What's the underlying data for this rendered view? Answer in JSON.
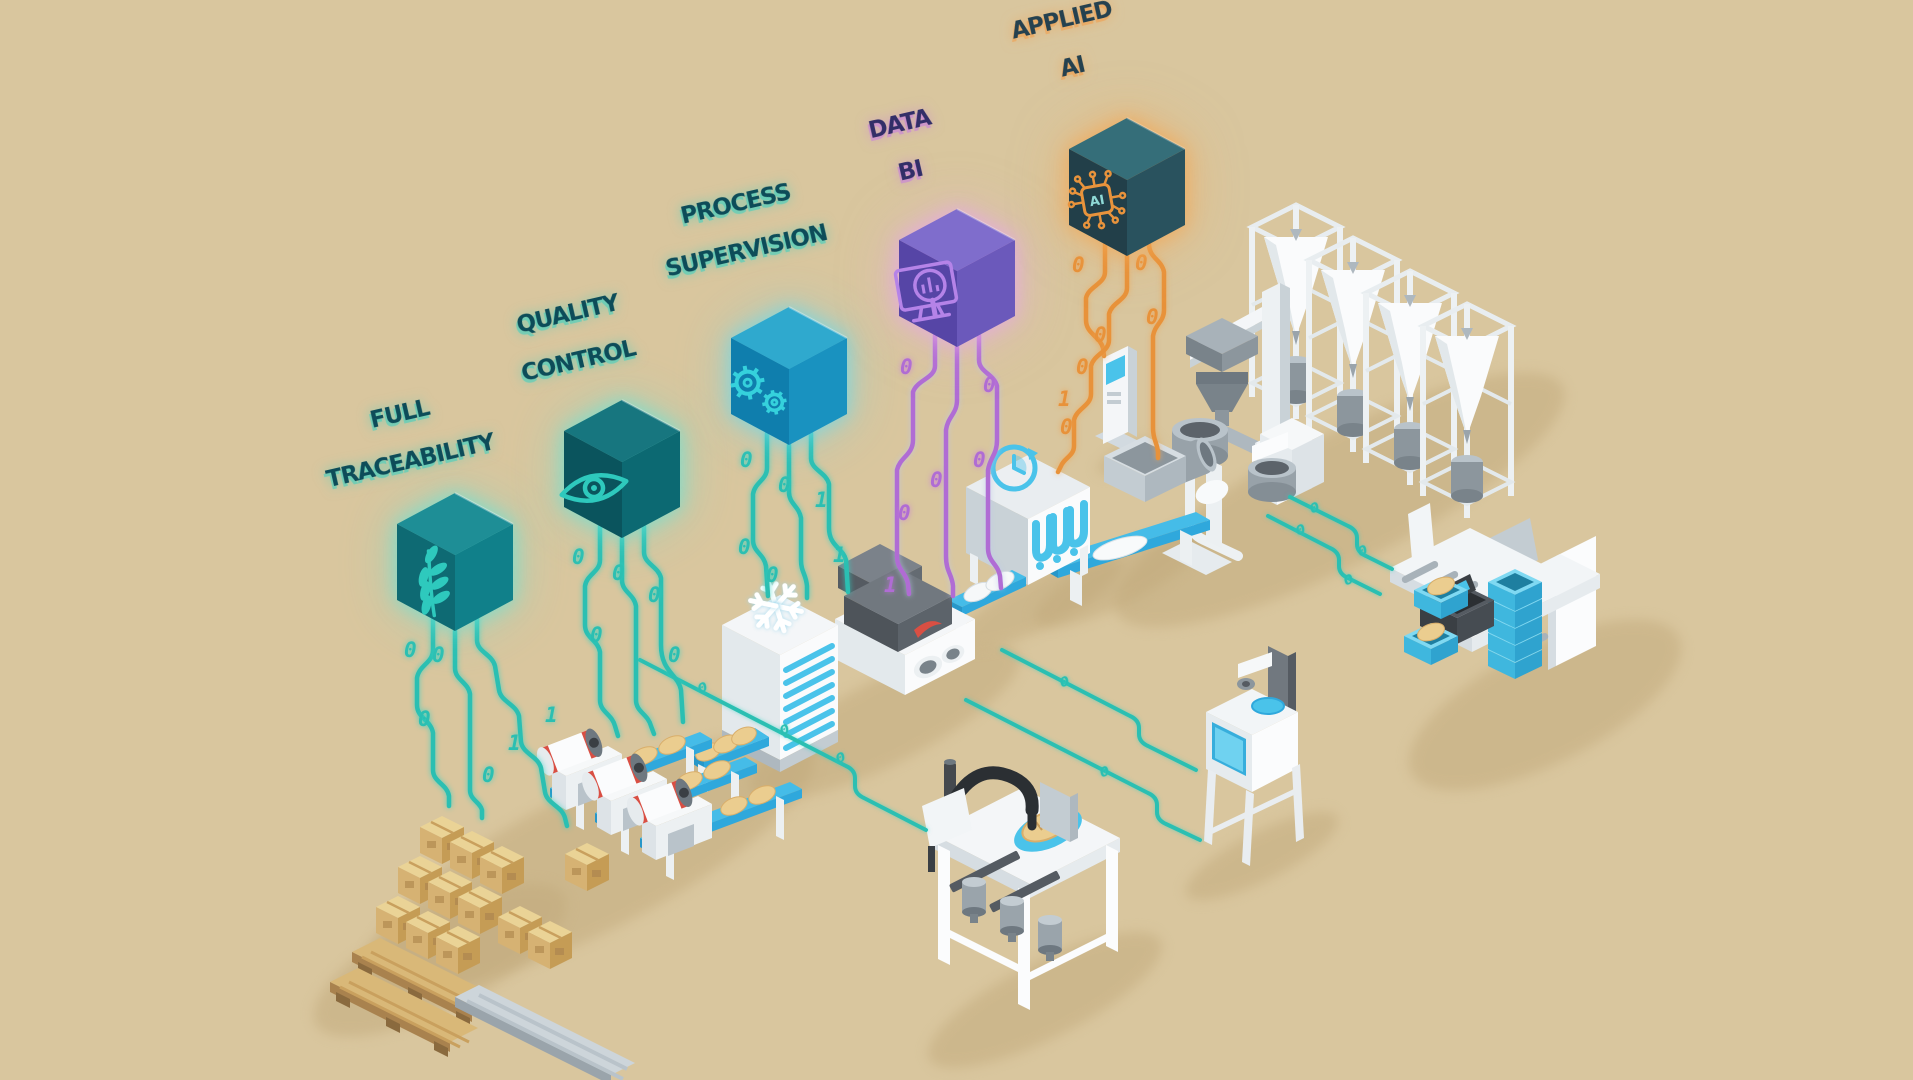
{
  "colors": {
    "background": "#D9C69E",
    "shadow": "#C1A97B",
    "teal_line": "#2BBFB2",
    "purple_line": "#B06CD4",
    "orange_line": "#E8923A",
    "conveyor_blue": "#45BCE8",
    "crate_blue": "#3FB7DE",
    "screen_blue": "#4AC3EA",
    "machine_white": "#F4F6F8",
    "oven_dark": "#5C636A",
    "cardboard": "#D6B273",
    "bread": "#EBCD8F",
    "red_accent": "#D94F43"
  },
  "cubes": [
    {
      "name": "full-traceability",
      "label_line1": "FULL",
      "label_line2": "TRACEABILITY",
      "icon": "wheat-icon",
      "top": "#1E8E96",
      "left": "#0E6A73",
      "right": "#10808A",
      "icon_color": "#2EC9BD",
      "glow": "#6FDED2"
    },
    {
      "name": "quality-control",
      "label_line1": "QUALITY",
      "label_line2": "CONTROL",
      "icon": "eye-icon",
      "top": "#17767F",
      "left": "#0A545D",
      "right": "#0C6972",
      "icon_color": "#2EC9BD",
      "glow": "#6FDED2"
    },
    {
      "name": "process-supervision",
      "label_line1": "PROCESS",
      "label_line2": "SUPERVISION",
      "icon": "gears-icon",
      "top": "#2FA9CE",
      "left": "#0F7EAD",
      "right": "#1992C0",
      "icon_color": "#35D1DC",
      "glow": "#6FD8E8"
    },
    {
      "name": "data-bi",
      "label_line1": "DATA",
      "label_line2": "BI",
      "icon": "bi-dashboard-icon",
      "top": "#7F6DCC",
      "left": "#5645A6",
      "right": "#6B59BB",
      "icon_color": "#B583E8",
      "glow": "#DDA8E0"
    },
    {
      "name": "applied-ai",
      "label_line1": "APPLIED",
      "label_line2": "AI",
      "icon": "ai-chip-icon",
      "chip_text": "AI",
      "top": "#356E79",
      "left": "#223F49",
      "right": "#29525E",
      "icon_color": "#E8933C",
      "glow": "#F2A858"
    }
  ],
  "streams": {
    "digits": [
      "0",
      "0",
      "0",
      "1",
      "1",
      "0",
      "0",
      "0",
      "0",
      "0",
      "0",
      "0",
      "0",
      "1",
      "0",
      "0",
      "1",
      "0",
      "0",
      "0",
      "0",
      "0",
      "1",
      "0",
      "0",
      "0",
      "0",
      "1",
      "0",
      "0",
      "0",
      "0",
      "0",
      "0",
      "0",
      "0",
      "0",
      "0",
      "0"
    ]
  }
}
